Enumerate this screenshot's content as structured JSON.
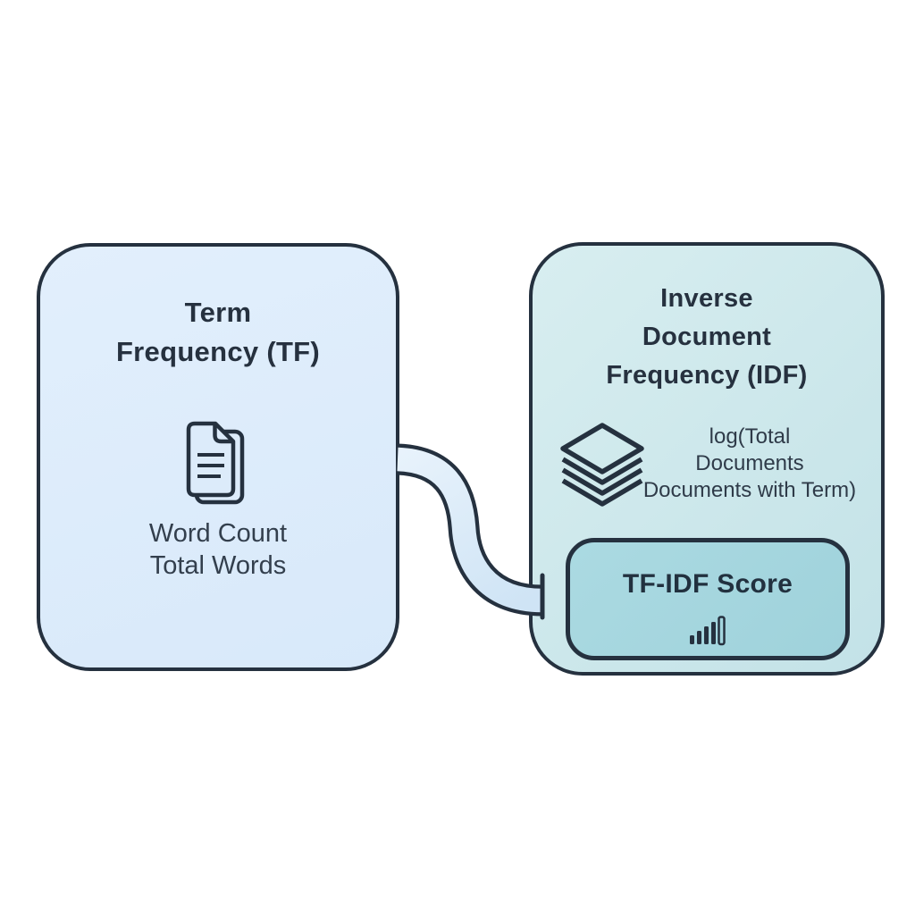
{
  "diagram": {
    "tf_box": {
      "title": "Term\nFrequency (TF)",
      "formula": "Word Count\nTotal Words",
      "icon": "document-icon"
    },
    "idf_box": {
      "title": "Inverse\nDocument\nFrequency (IDF)",
      "formula": "log(Total\nDocuments\nDocuments with Term)",
      "icon": "layers-icon"
    },
    "score_box": {
      "label": "TF-IDF Score",
      "icon": "bar-chart-icon"
    },
    "colors": {
      "background": "#ffffff",
      "ink": "#25313f",
      "tf_fill": "#dcebfa",
      "idf_fill": "#cde8ec",
      "score_fill": "#a6d8e0",
      "connector_fill": "#ddedfa"
    }
  }
}
